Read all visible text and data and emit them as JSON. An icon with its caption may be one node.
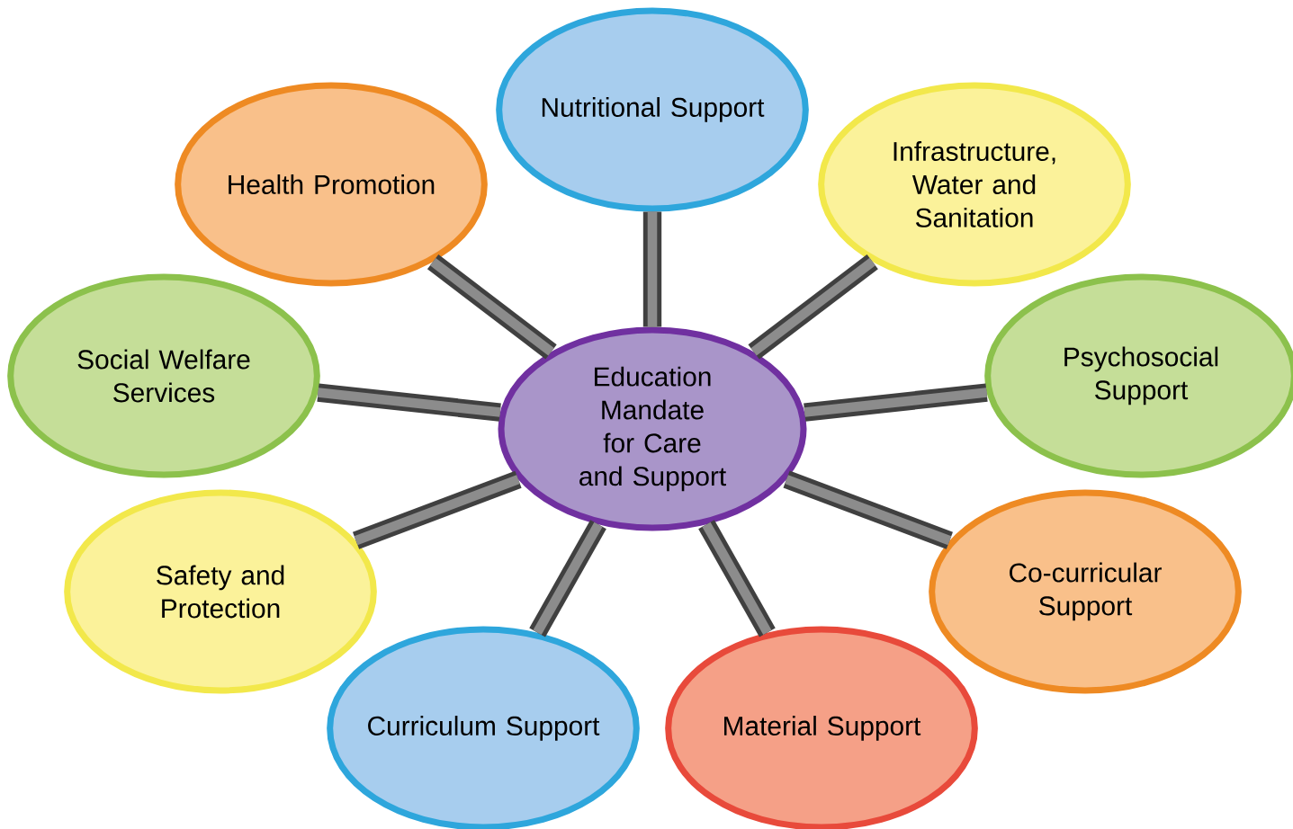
{
  "diagram": {
    "nodes": [
      {
        "text": [
          "Nutritional Support"
        ]
      },
      {
        "text": [
          "Health Promotion"
        ]
      },
      {
        "text": [
          "Infrastructure, Water and Sanitation"
        ]
      },
      {
        "text": [
          "Social Welfare Services"
        ]
      },
      {
        "text": [
          "Psychosocial Support"
        ]
      },
      {
        "text": [
          "Education Mandate for Care and Support"
        ]
      },
      {
        "text": [
          "Safety and Protection"
        ]
      },
      {
        "text": [
          "Co-curricular Support"
        ]
      },
      {
        "text": [
          "Curriculum Support"
        ]
      },
      {
        "text": [
          "Material Support"
        ]
      }
    ],
    "edges": [
      {
        "from": 5,
        "to": 0,
        "arrow": "none"
      },
      {
        "from": 5,
        "to": 1,
        "arrow": "none"
      },
      {
        "from": 5,
        "to": 2,
        "arrow": "none"
      },
      {
        "from": 5,
        "to": 3,
        "arrow": "none"
      },
      {
        "from": 5,
        "to": 4,
        "arrow": "none"
      },
      {
        "from": 5,
        "to": 6,
        "arrow": "none"
      },
      {
        "from": 5,
        "to": 7,
        "arrow": "none"
      },
      {
        "from": 5,
        "to": 8,
        "arrow": "none"
      },
      {
        "from": 5,
        "to": 9,
        "arrow": "none"
      }
    ]
  }
}
